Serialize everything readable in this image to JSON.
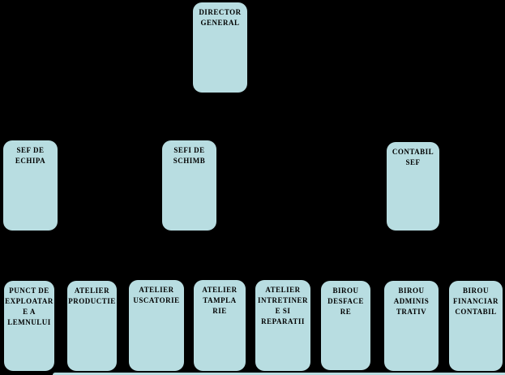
{
  "diagram": {
    "type": "org-chart",
    "background_color": "#000000",
    "box_fill_color": "#b8dde1",
    "box_text_color": "#000000",
    "levels": [
      {
        "boxes": [
          {
            "id": "director-general",
            "lines": [
              "DIRECTOR",
              "GENERAL"
            ]
          }
        ]
      },
      {
        "boxes": [
          {
            "id": "sef-de-echipa",
            "lines": [
              "SEF DE",
              "ECHIPA"
            ]
          },
          {
            "id": "sefi-de-schimb",
            "lines": [
              "SEFI DE",
              "SCHIMB"
            ]
          },
          {
            "id": "contabil-sef",
            "lines": [
              "CONTABIL",
              "SEF"
            ]
          }
        ]
      },
      {
        "boxes": [
          {
            "id": "punct-de-exploatare-a-lemnului",
            "lines": [
              "PUNCT DE",
              "EXPLOATAR",
              "E A",
              "LEMNULUI"
            ]
          },
          {
            "id": "atelier-productie",
            "lines": [
              "ATELIER",
              "PRODUCTIE"
            ]
          },
          {
            "id": "atelier-uscatorie",
            "lines": [
              "ATELIER",
              "USCATORIE"
            ]
          },
          {
            "id": "atelier-tamplarie",
            "lines": [
              "ATELIER",
              "TAMPLA",
              "RIE"
            ]
          },
          {
            "id": "atelier-intretinere-si-reparatii",
            "lines": [
              "ATELIER",
              "INTRETINER",
              "E SI",
              "REPARATII"
            ]
          },
          {
            "id": "birou-desfacere",
            "lines": [
              "BIROU",
              "DESFACE",
              "RE"
            ]
          },
          {
            "id": "birou-administrativ",
            "lines": [
              "BIROU",
              "ADMINIS",
              "TRATIV"
            ]
          },
          {
            "id": "birou-financiar-contabil",
            "lines": [
              "BIROU",
              "FINANCIAR",
              "CONTABIL"
            ]
          }
        ]
      }
    ]
  }
}
